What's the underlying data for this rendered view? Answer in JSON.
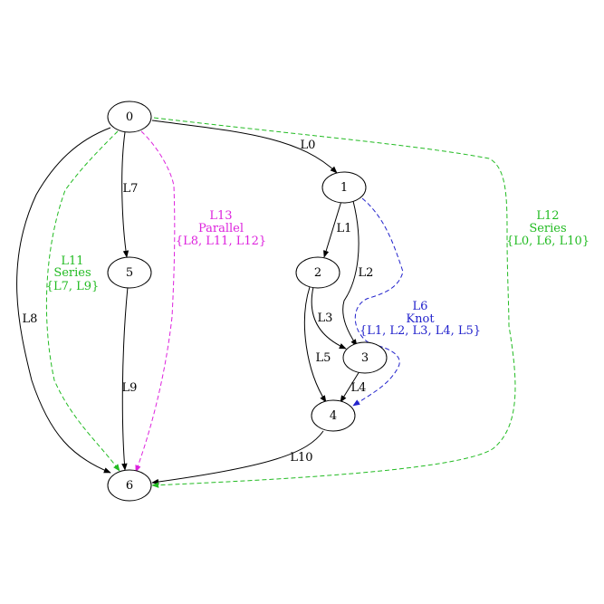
{
  "colors": {
    "edge": "#000000",
    "series": "#22bb22",
    "parallel": "#dd22dd",
    "knot": "#2222cc"
  },
  "nodes": {
    "n0": "0",
    "n1": "1",
    "n2": "2",
    "n3": "3",
    "n4": "4",
    "n5": "5",
    "n6": "6"
  },
  "edges": {
    "L0": "L0",
    "L1": "L1",
    "L2": "L2",
    "L3": "L3",
    "L4": "L4",
    "L5": "L5",
    "L7": "L7",
    "L8": "L8",
    "L9": "L9",
    "L10": "L10"
  },
  "groups": {
    "L11": {
      "line1": "L11",
      "line2": "Series",
      "line3": "{L7, L9}"
    },
    "L12": {
      "line1": "L12",
      "line2": "Series",
      "line3": "{L0, L6, L10}"
    },
    "L13": {
      "line1": "L13",
      "line2": "Parallel",
      "line3": "{L8, L11, L12}"
    },
    "L6": {
      "line1": "L6",
      "line2": "Knot",
      "line3": "{L1, L2, L3, L4, L5}"
    }
  }
}
